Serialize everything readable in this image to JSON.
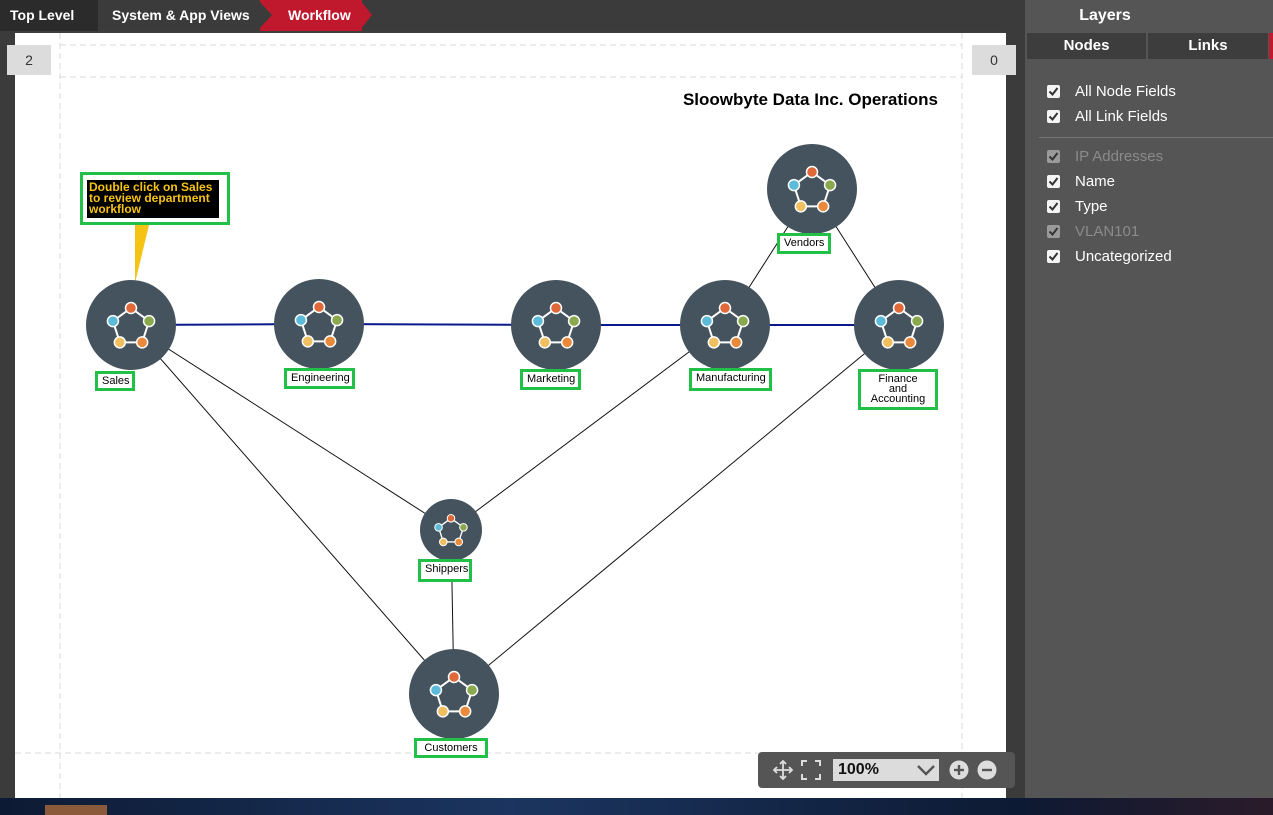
{
  "breadcrumb": {
    "items": [
      {
        "label": "Top Level"
      },
      {
        "label": "System & App Views"
      },
      {
        "label": "Workflow"
      }
    ]
  },
  "canvas": {
    "page_left": "2",
    "page_right": "0",
    "title": "Sloowbyte Data Inc. Operations",
    "tooltip": "Double click on Sales to review department workflow"
  },
  "nodes": [
    {
      "id": "sales",
      "label": "Sales"
    },
    {
      "id": "engineering",
      "label": "Engineering"
    },
    {
      "id": "marketing",
      "label": "Marketing"
    },
    {
      "id": "manufacturing",
      "label": "Manufacturing"
    },
    {
      "id": "finance",
      "label": "Finance and Accounting"
    },
    {
      "id": "vendors",
      "label": "Vendors"
    },
    {
      "id": "shippers",
      "label": "Shippers"
    },
    {
      "id": "customers",
      "label": "Customers"
    }
  ],
  "links": [
    {
      "from": "sales",
      "to": "engineering",
      "style": "blue"
    },
    {
      "from": "engineering",
      "to": "marketing",
      "style": "blue"
    },
    {
      "from": "marketing",
      "to": "manufacturing",
      "style": "blue"
    },
    {
      "from": "manufacturing",
      "to": "finance",
      "style": "blue"
    },
    {
      "from": "manufacturing",
      "to": "vendors",
      "style": "black"
    },
    {
      "from": "vendors",
      "to": "finance",
      "style": "black"
    },
    {
      "from": "sales",
      "to": "shippers",
      "style": "black"
    },
    {
      "from": "sales",
      "to": "customers",
      "style": "black"
    },
    {
      "from": "manufacturing",
      "to": "shippers",
      "style": "black"
    },
    {
      "from": "shippers",
      "to": "customers",
      "style": "black"
    },
    {
      "from": "finance",
      "to": "customers",
      "style": "black"
    }
  ],
  "zoom": {
    "value": "100%"
  },
  "layers": {
    "title": "Layers",
    "tabs": [
      {
        "label": "Nodes"
      },
      {
        "label": "Links"
      }
    ],
    "items": [
      {
        "label": "All Node Fields",
        "checked": true,
        "enabled": true
      },
      {
        "label": "All Link Fields",
        "checked": true,
        "enabled": true
      },
      {
        "label": "IP Addresses",
        "checked": true,
        "enabled": false
      },
      {
        "label": "Name",
        "checked": true,
        "enabled": true
      },
      {
        "label": "Type",
        "checked": true,
        "enabled": true
      },
      {
        "label": "VLAN101",
        "checked": true,
        "enabled": false
      },
      {
        "label": "Uncategorized",
        "checked": true,
        "enabled": true
      }
    ]
  },
  "colors": {
    "accent": "#c0182c",
    "label_border": "#22c047",
    "node_fill": "#44535d",
    "link_blue": "#0a1a8c",
    "tooltip_text": "#f6c315"
  }
}
